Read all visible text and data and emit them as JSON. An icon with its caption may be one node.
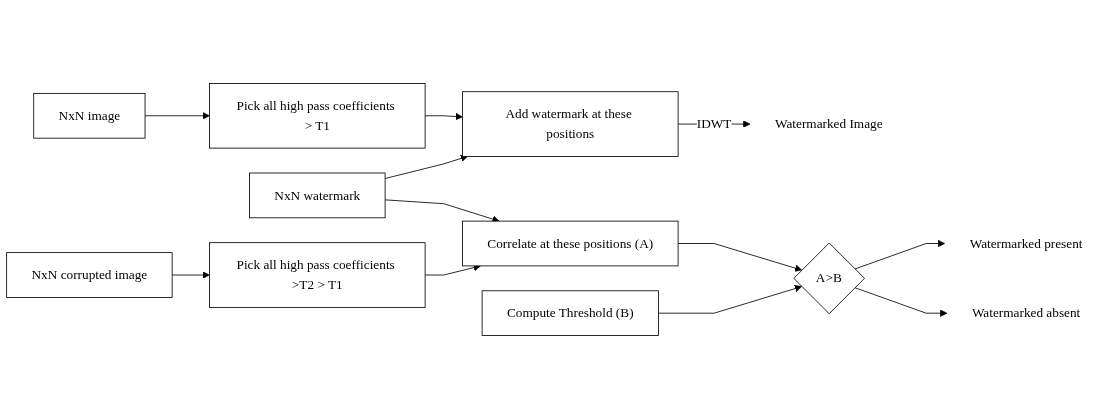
{
  "diagram": {
    "nodes": [
      {
        "text": [
          "NxN image"
        ]
      },
      {
        "text": [
          "Pick all high pass coefficients > T1"
        ]
      },
      {
        "text": [
          "Add watermark at these positions"
        ]
      },
      {
        "text": [
          "Watermarked Image"
        ]
      },
      {
        "text": [
          "NxN watermark"
        ]
      },
      {
        "text": [
          "Watermarked present"
        ]
      },
      {
        "text": [
          "NxN corrupted image"
        ]
      },
      {
        "text": [
          "Pick all high pass coefficients >T2 > T1"
        ]
      },
      {
        "text": [
          "Correlate at these positions (A)"
        ]
      },
      {
        "text": [
          "A>B"
        ]
      },
      {
        "text": [
          "Watermarked absent"
        ]
      },
      {
        "text": [
          "Compute Threshold (B)"
        ]
      }
    ],
    "edges": [
      {
        "from": 0,
        "to": 1,
        "arrow": "to"
      },
      {
        "from": 1,
        "to": 2,
        "arrow": "to"
      },
      {
        "from": 2,
        "to": 3,
        "label": "IDWT",
        "arrow": "to"
      },
      {
        "from": 4,
        "to": 2,
        "arrow": "to"
      },
      {
        "from": 4,
        "to": 8,
        "arrow": "to"
      },
      {
        "from": 6,
        "to": 7,
        "arrow": "to"
      },
      {
        "from": 7,
        "to": 8,
        "arrow": "to"
      },
      {
        "from": 8,
        "to": 9,
        "arrow": "to"
      },
      {
        "from": 11,
        "to": 9,
        "arrow": "to"
      },
      {
        "from": 9,
        "to": 5,
        "arrow": "to"
      },
      {
        "from": 9,
        "to": 10,
        "arrow": "to"
      }
    ]
  }
}
